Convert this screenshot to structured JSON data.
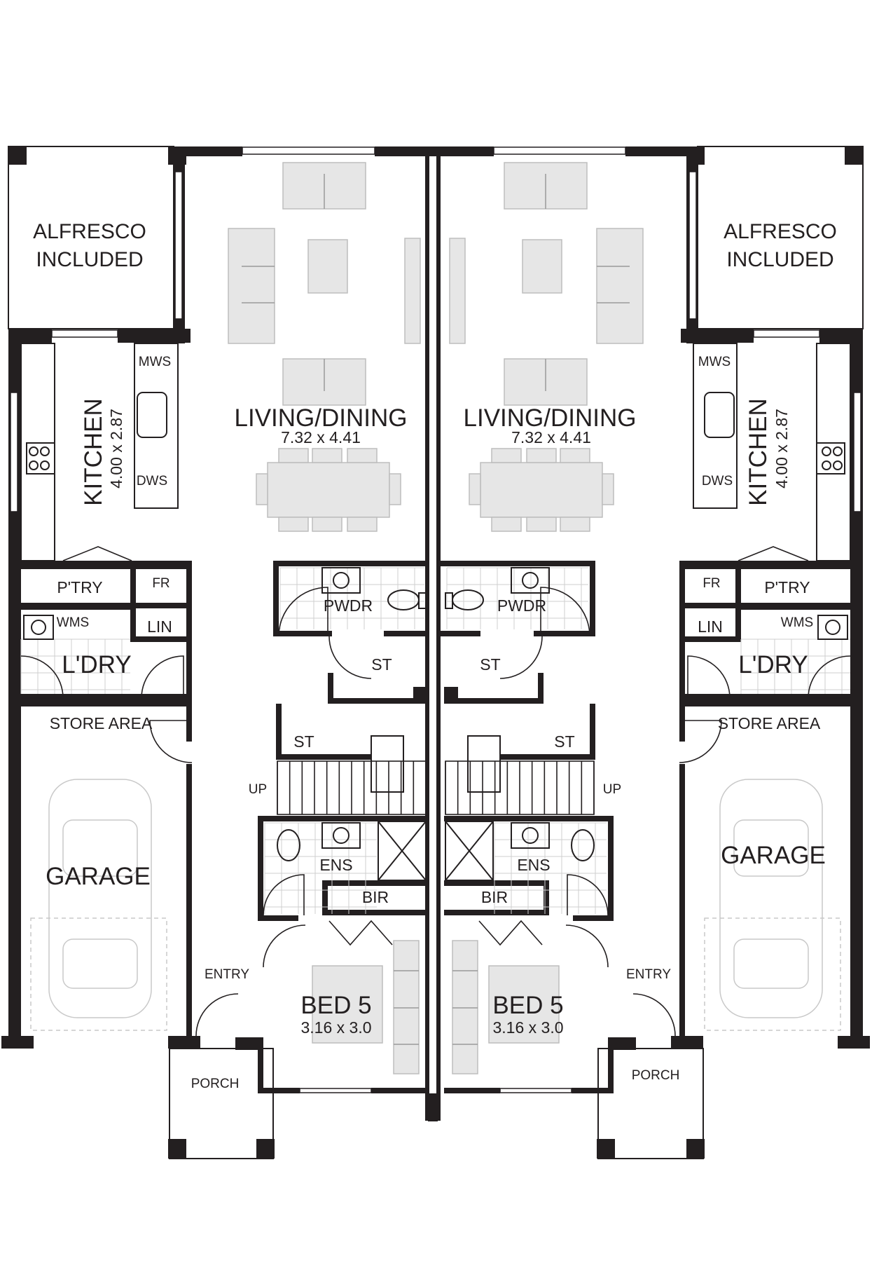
{
  "left_unit": {
    "alfresco": [
      "ALFRESCO",
      "INCLUDED"
    ],
    "living": "LIVING/DINING",
    "living_dim": "7.32 x 4.41",
    "kitchen": "KITCHEN",
    "kitchen_dim": "4.00 x 2.87",
    "mws": "MWS",
    "dws": "DWS",
    "pantry": "P'TRY",
    "fridge": "FR",
    "linen": "LIN",
    "laundry": "L'DRY",
    "wms": "WMS",
    "powder": "PWDR",
    "store_upper": "ST",
    "store_stair": "ST",
    "up": "UP",
    "store_area": "STORE AREA",
    "garage": "GARAGE",
    "ensuite": "ENS",
    "bir": "BIR",
    "entry": "ENTRY",
    "bed": "BED 5",
    "bed_dim": "3.16 x 3.0",
    "porch": "PORCH"
  },
  "right_unit": {
    "alfresco": [
      "ALFRESCO",
      "INCLUDED"
    ],
    "living": "LIVING/DINING",
    "living_dim": "7.32 x 4.41",
    "kitchen": "KITCHEN",
    "kitchen_dim": "4.00 x 2.87",
    "mws": "MWS",
    "dws": "DWS",
    "pantry": "P'TRY",
    "fridge": "FR",
    "linen": "LIN",
    "laundry": "L'DRY",
    "wms": "WMS",
    "powder": "PWDR",
    "store_upper": "ST",
    "store_stair": "ST",
    "up": "UP",
    "store_area": "STORE AREA",
    "garage": "GARAGE",
    "ensuite": "ENS",
    "bir": "BIR",
    "entry": "ENTRY",
    "bed": "BED 5",
    "bed_dim": "3.16 x 3.0",
    "porch": "PORCH"
  },
  "colors": {
    "wall": "#231f20",
    "furniture": "#e6e6e6",
    "background": "#ffffff"
  }
}
